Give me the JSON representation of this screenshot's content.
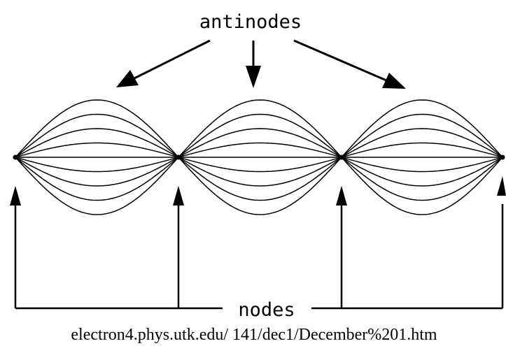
{
  "diagram": {
    "antinodes_label": "antinodes",
    "nodes_label": "nodes",
    "source_caption": "electron4.phys.utk.edu/ 141/dec1/December%201.htm",
    "loops": 3,
    "wave_amplitude_levels": [
      1.0,
      0.75,
      0.5,
      0.25,
      0.0,
      -0.25,
      -0.5,
      -0.75,
      -1.0
    ]
  }
}
